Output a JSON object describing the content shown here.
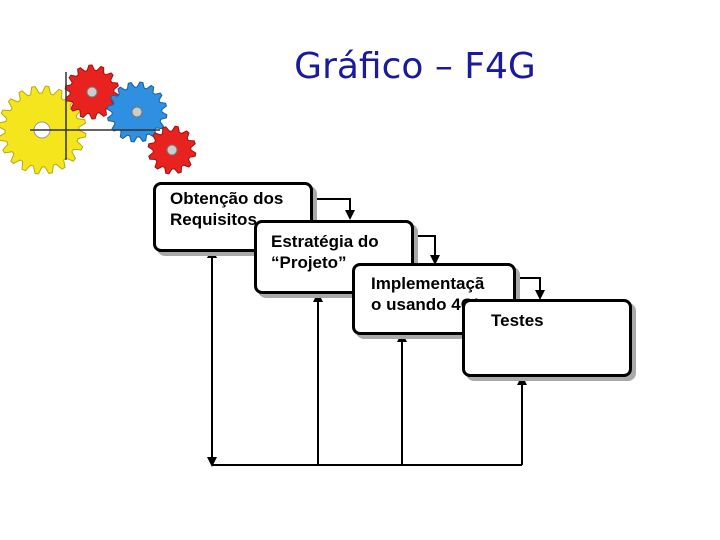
{
  "slide": {
    "title": "Gráfico – F4G"
  },
  "diagram": {
    "stages": [
      {
        "id": "s1",
        "label": "Obtenção dos\nRequisitos"
      },
      {
        "id": "s2",
        "label": "Estratégia do\n“Projeto”"
      },
      {
        "id": "s3",
        "label": "Implementaçã\no usando 4GL"
      },
      {
        "id": "s4",
        "label": "Testes"
      }
    ]
  },
  "colors": {
    "title": "#1a1a9c",
    "gear_yellow": "#f4e51c",
    "gear_red": "#e8231f",
    "gear_blue": "#2f8fe0",
    "shadow": "#a9a9a9"
  },
  "icons": [
    "gear-icon"
  ]
}
